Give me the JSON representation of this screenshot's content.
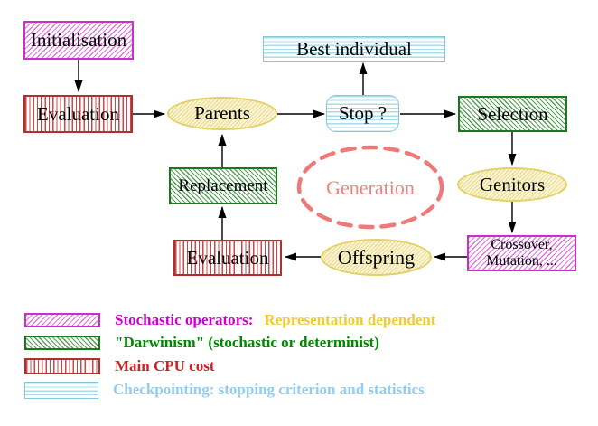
{
  "nodes": {
    "initialisation": {
      "label": "Initialisation"
    },
    "evaluation_top": {
      "label": "Evaluation"
    },
    "parents": {
      "label": "Parents"
    },
    "best_individual": {
      "label": "Best individual"
    },
    "stop": {
      "label": "Stop ?"
    },
    "selection": {
      "label": "Selection"
    },
    "replacement": {
      "label": "Replacement"
    },
    "generation": {
      "label": "Generation"
    },
    "genitors": {
      "label": "Genitors"
    },
    "evaluation_bottom": {
      "label": "Evaluation"
    },
    "offspring": {
      "label": "Offspring"
    },
    "crossover_mutation": {
      "line1": "Crossover,",
      "line2": "Mutation, ..."
    }
  },
  "legend": {
    "rows": [
      {
        "swatch": "stochastic-operators-magenta-hatch",
        "segments": [
          {
            "text": "Stochastic operators:",
            "color": "#cc00cc"
          },
          {
            "text": "Representation dependent",
            "color": "#eecc33"
          }
        ]
      },
      {
        "swatch": "darwinism-green-hatch",
        "segments": [
          {
            "text": "\"Darwinism\" (stochastic or determinist)",
            "color": "#008800"
          }
        ]
      },
      {
        "swatch": "main-cpu-red-stripes",
        "segments": [
          {
            "text": "Main CPU cost",
            "color": "#cc2222"
          }
        ]
      },
      {
        "swatch": "checkpointing-blue-stripes",
        "segments": [
          {
            "text": "Checkpointing: stopping criterion and statistics",
            "color": "#94cdee"
          }
        ]
      }
    ]
  },
  "colors": {
    "stochastic_magenta": "#cc2ecc",
    "darwinism_green": "#1a7a1a",
    "cpu_cost_red": "#b03030",
    "checkpointing_blue": "#85c8dc",
    "operator_yellow": "#e2d164",
    "generation_salmon": "#ee7979",
    "arrow_black": "#000000",
    "background": "#ffffff"
  }
}
